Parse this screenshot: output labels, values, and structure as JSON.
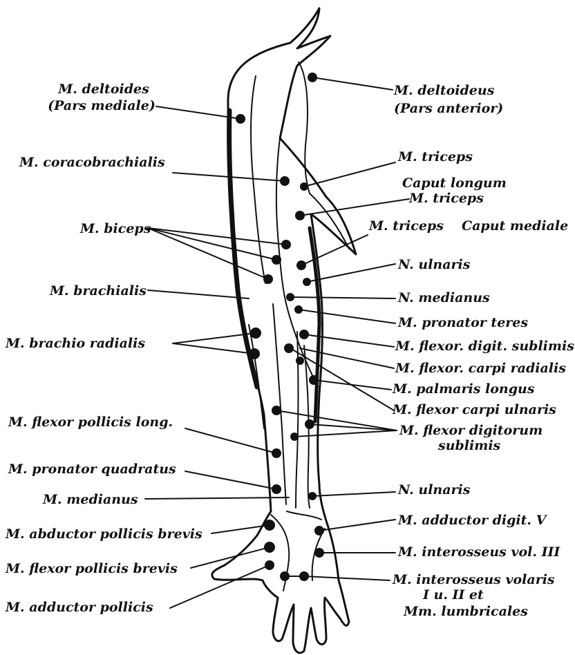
{
  "colors": {
    "ink": "#111111",
    "paper": "#ffffff"
  },
  "labels_left": {
    "deltoides_1": "M. deltoides",
    "deltoides_2": "(Pars mediale)",
    "coracobrachialis": "M. coracobrachialis",
    "biceps": "M. biceps",
    "brachialis": "M. brachialis",
    "brachio_radialis": "M. brachio radialis",
    "flexor_pollicis_long": "M. flexor pollicis long.",
    "pronator_quadratus": "M. pronator quadratus",
    "medianus": "M. medianus",
    "abductor_pollicis_brevis": "M. abductor pollicis brevis",
    "flexor_pollicis_brevis": "M. flexor pollicis brevis",
    "adductor_pollicis": "M. adductor pollicis"
  },
  "labels_right": {
    "deltoideus_1": "M. deltoideus",
    "deltoideus_2": "(Pars anterior)",
    "triceps_1": "M. triceps",
    "caput_longum": "Caput longum",
    "triceps_2": "M. triceps",
    "triceps_3": "M. triceps",
    "caput_mediale": "Caput mediale",
    "n_ulnaris_1": "N. ulnaris",
    "n_medianus": "N. medianus",
    "pronator_teres": "M. pronator teres",
    "flexor_digit_sublimis": "M. flexor. digit. sublimis",
    "flexor_carpi_radialis": "M. flexor. carpi radialis",
    "palmaris_longus": "M. palmaris longus",
    "flexor_carpi_ulnaris": "M. flexor carpi ulnaris",
    "flexor_digitorum_1": "M. flexor digitorum",
    "flexor_digitorum_2": "sublimis",
    "n_ulnaris_2": "N. ulnaris",
    "adductor_digit_v": "M. adductor digit. V",
    "interosseus_vol_iii": "M. interosseus vol. III",
    "interosseus_volaris_1": "M. interosseus volaris",
    "interosseus_volaris_2": "I u. II et",
    "interosseus_volaris_3": "Mm. lumbricales"
  }
}
